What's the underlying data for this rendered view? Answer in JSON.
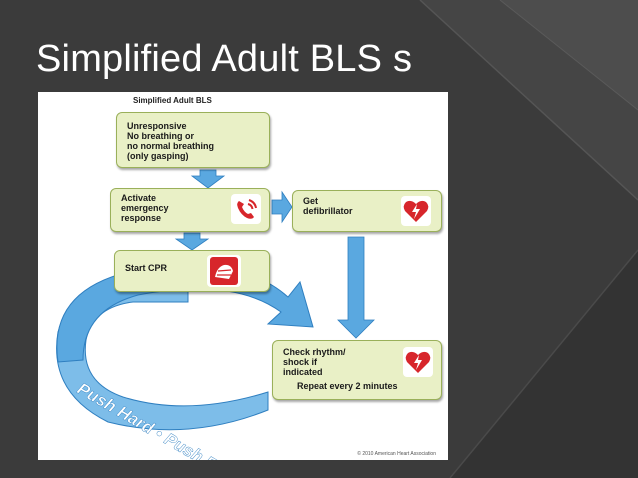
{
  "slide": {
    "title": "Simplified Adult BLS s"
  },
  "figure": {
    "title": "Simplified Adult BLS",
    "copyright": "© 2010 American Heart Association",
    "loop_text": "Push Hard • Push Fast"
  },
  "steps": [
    {
      "id": "unresponsive",
      "text": "Unresponsive\nNo breathing or\nno normal breathing\n(only gasping)"
    },
    {
      "id": "activate",
      "text": "Activate\nemergency\nresponse",
      "icon": "phone-icon"
    },
    {
      "id": "get-defib",
      "text": "Get\ndefibrillator",
      "icon": "heart-lightning-icon"
    },
    {
      "id": "start-cpr",
      "text": "Start CPR",
      "icon": "cpr-hands-icon"
    },
    {
      "id": "check-rhythm",
      "text": "Check rhythm/\nshock if\nindicated",
      "icon": "heart-lightning-icon",
      "note": "Repeat every 2 minutes"
    }
  ],
  "colors": {
    "slide_bg": "#3a3a3a",
    "box_fill": "#e9f0c6",
    "box_border": "#9ab05a",
    "arrow_blue": "#5aa8e0",
    "arrow_stroke": "#2f7fc0",
    "icon_red": "#d7262b",
    "title_white": "#ffffff"
  }
}
